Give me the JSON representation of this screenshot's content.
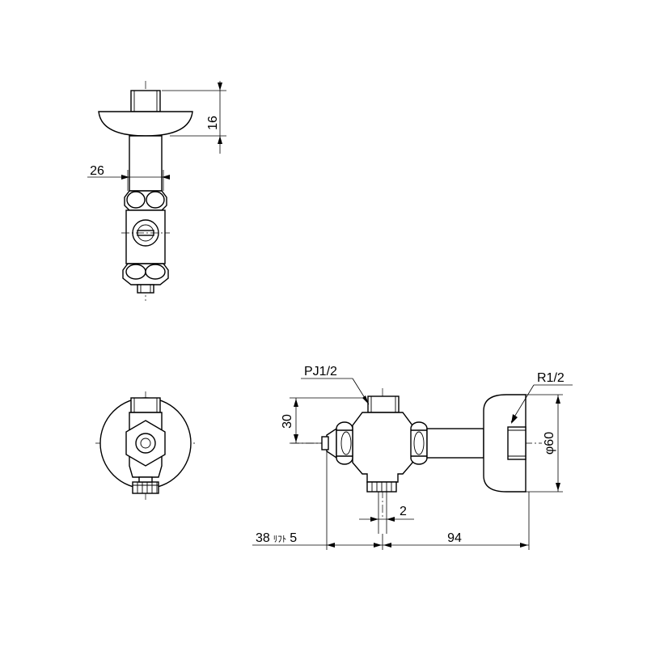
{
  "dimensions": {
    "top_view_height": "16",
    "top_view_width": "26",
    "pj_thread": "PJ1/2",
    "r_thread": "R1/2",
    "height_30": "30",
    "diameter": "φ60",
    "offset_2": "2",
    "left_length_main": "38",
    "left_length_kana": "ﾘﾌﾄ",
    "left_length_tail": "5",
    "right_length": "94"
  }
}
